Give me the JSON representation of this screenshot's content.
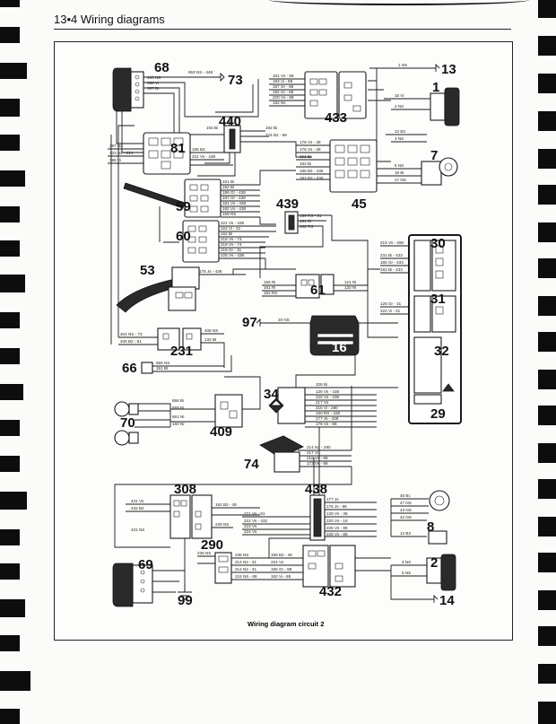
{
  "header": {
    "title": "13•4 Wiring diagrams"
  },
  "caption": "Wiring diagram circuit 2",
  "components": {
    "c68": "68",
    "c73": "73",
    "c13": "13",
    "c1": "1",
    "c440": "440",
    "c433": "433",
    "c81": "81",
    "c7": "7",
    "c45": "45",
    "c59": "59",
    "c439": "439",
    "c60": "60",
    "c30": "30",
    "c53": "53",
    "c61": "61",
    "c31": "31",
    "c97": "97",
    "c16": "16",
    "c231": "231",
    "c32": "32",
    "c66": "66",
    "c34": "34",
    "c29": "29",
    "c70": "70",
    "c409": "409",
    "c74": "74",
    "c308": "308",
    "c438": "438",
    "c8": "8",
    "c290": "290",
    "c69": "69",
    "c2": "2",
    "c432": "432",
    "c99": "99",
    "c14": "14"
  },
  "wires": {
    "w68a": "653 NS - 448",
    "w68b": "400 NS",
    "w68c": "398 Vi",
    "w68d": "397 BI",
    "w433a": "181 Vs - 88",
    "w433b": "183 Vi - 88",
    "w433c": "187 Gr - 88",
    "w433d": "182 Gr - 88",
    "w433e": "220 Vs - 88",
    "w433f": "152 Ns",
    "w13": "1 NS",
    "w1a": "15 Vi",
    "w1b": "2 NS",
    "w7a": "12 B2",
    "w7b": "3 NS",
    "w7c": "5 NS",
    "w7d": "18 Bi",
    "w7e": "17 NS",
    "w440a": "193 Bi",
    "w440b": "192 Bi",
    "w440c": "224 B2 - 88",
    "w81a": "397 B2",
    "w81b": "403 B2 - 221",
    "w81c": "398 Vi",
    "w81d": "195 B2",
    "w81e": "221 Vs - 438",
    "w45a": "178 Vs - 38",
    "w45b": "176 Vs - 38",
    "w45c": "191 Bi",
    "w45d": "183 Bi",
    "w45e": "188 B2 - 430",
    "w45f": "187 B2 - 330",
    "w59a": "151 Bi",
    "w59b": "152 Bi",
    "w59c": "186 Gr - 438",
    "w59d": "187 Gr - 438",
    "w59e": "181 Vs - 438",
    "w59f": "182 Vs - 438",
    "w59g": "159 RS",
    "w439a": "159 RS - 31",
    "w439b": "161 Ri",
    "w439c": "152 RS",
    "w60a": "221 Vs - 438",
    "w60b": "222 Vi - 31",
    "w60c": "162 Bi",
    "w60d": "218 Vs - 74",
    "w60e": "219 Vs - 74",
    "w60f": "218 Gr - 31",
    "w60g": "225 Vs - 438",
    "w30a": "215 Vs - 290",
    "w30b": "231 Bi - 433",
    "w30c": "185 Gr - 433",
    "w30d": "183 Bi - 433",
    "w53": "175 Js - 438",
    "w61a": "155 Ri",
    "w61b": "161 Ri",
    "w61c": "152 RS",
    "w61d": "121 Ri",
    "w61e": "120 Ri",
    "w31a": "126 Gr - 31",
    "w31b": "222 Vi - 31",
    "w97": "20 NS",
    "w231a": "404 NS - 73",
    "w231b": "405 B2 - 81",
    "w231c": "408 NS",
    "w231d": "132 BI",
    "w66a": "655 NS",
    "w66b": "151 BI",
    "w34a": "328 Bi",
    "w34b": "126 Vs - 438",
    "w34c": "220 Vs - 438",
    "w34d": "217 Vs",
    "w34e": "216 Vi - 290",
    "w34f": "150 RS - 438",
    "w34g": "177 Js - 438",
    "w34h": "178 Vs - 88",
    "w70a": "658 Bi",
    "w70b": "659 Bi",
    "w70c": "661 NI",
    "w70d": "160 NI",
    "w74a": "214 N2 - 290",
    "w74b": "217 Vi",
    "w74c": "218 Vs - 88",
    "w74d": "173 Vs - 88",
    "w308a": "431 Vs",
    "w308b": "432 B2",
    "w308c": "431 NS",
    "w308d": "162 B2 - 48",
    "w308e": "239 NS",
    "w438a": "177 Js",
    "w438b": "221 Vs - 81",
    "w438c": "222 Vs - 432",
    "w438d": "223 Vs",
    "w438e": "224 Vs",
    "w438f": "176 Js - 88",
    "w438g": "129 Vs - 38",
    "w438h": "220 Vs - 18",
    "w438i": "225 Vs - 88",
    "w438j": "228 Vs - 88",
    "w8a": "48 Bc",
    "w8b": "47 NS",
    "w8c": "43 NS",
    "w8d": "42 NS",
    "w8e": "12 B2",
    "w290a": "238 NS",
    "w290b": "238 NS",
    "w290c": "214 N2 - 31",
    "w290d": "214 N2 - 31",
    "w290e": "215 NS - 88",
    "w432a": "188 B2 - 48",
    "w432b": "224 Vs",
    "w432c": "186 Gr - 88",
    "w432d": "182 Vi - 88",
    "w2a": "4 NS",
    "w2b": "5 NS"
  }
}
